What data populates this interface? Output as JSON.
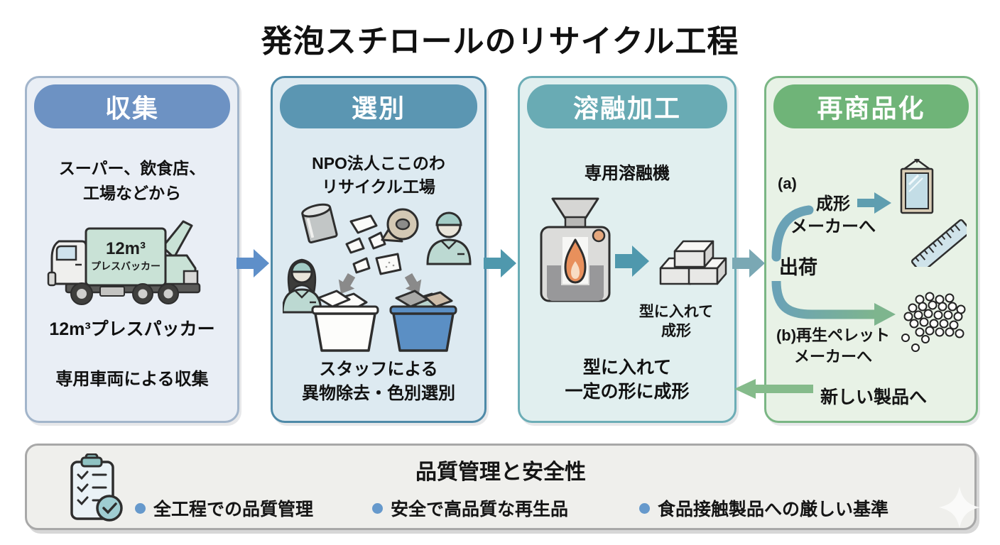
{
  "title": "発泡スチロールのリサイクル工程",
  "panels": {
    "collection": {
      "header": "収集",
      "source": "スーパー、飲食店、\n工場などから",
      "truck_volume": "12m³",
      "truck_name": "プレスバッカー",
      "caption_packer": "12m³プレスパッカー",
      "caption_vehicle": "専用車両による収集"
    },
    "sorting": {
      "header": "選別",
      "subtitle": "NPO法人ここのわ\nリサイクル工場",
      "caption": "スタッフによる\n異物除去・色別選別"
    },
    "melting": {
      "header": "溶融加工",
      "subtitle": "専用溶融機",
      "ingot_note": "型に入れて\n成形",
      "caption": "型に入れて\n一定の形に成形"
    },
    "remarketing": {
      "header": "再商品化",
      "branch_a_label": "(a)",
      "branch_a_text": "成形\nメーカーへ",
      "shipping": "出荷",
      "branch_b_text": "(b)再生ペレット\nメーカーへ",
      "new_products": "新しい製品へ"
    }
  },
  "footer": {
    "title": "品質管理と安全性",
    "bullets": [
      {
        "label": "全工程での品質管理"
      },
      {
        "label": "安全で高品質な再生品"
      },
      {
        "label": "食品接触製品への厳しい基準"
      }
    ]
  },
  "icons": {
    "truck": "garbage-truck-icon",
    "can": "steel-can-icon",
    "tape": "tape-roll-icon",
    "foam": "foam-pieces-icon",
    "worker_left": "female-staff-icon",
    "worker_right": "male-staff-icon",
    "bin_white": "white-sorting-bin-icon",
    "bin_blue": "blue-sorting-bin-icon",
    "machine": "melting-machine-icon",
    "flame": "flame-icon",
    "ingots": "molded-ingots-icon",
    "mirror": "mirror-product-icon",
    "ruler": "ruler-product-icon",
    "pellets": "recycled-pellets-icon",
    "clipboard": "quality-checklist-icon",
    "sparkle": "sparkle-icon"
  },
  "colors": {
    "collection_header": "#6d92c3",
    "sorting_header": "#5b96b2",
    "melting_header": "#69abb4",
    "remarketing_header": "#6fb478",
    "arrow_blue": "#5e8fc9",
    "arrow_teal": "#4f98ad",
    "arrow_green": "#85bb8b",
    "arrow_gray": "#8a8a8a",
    "bullet_dot": "#6699cc"
  }
}
